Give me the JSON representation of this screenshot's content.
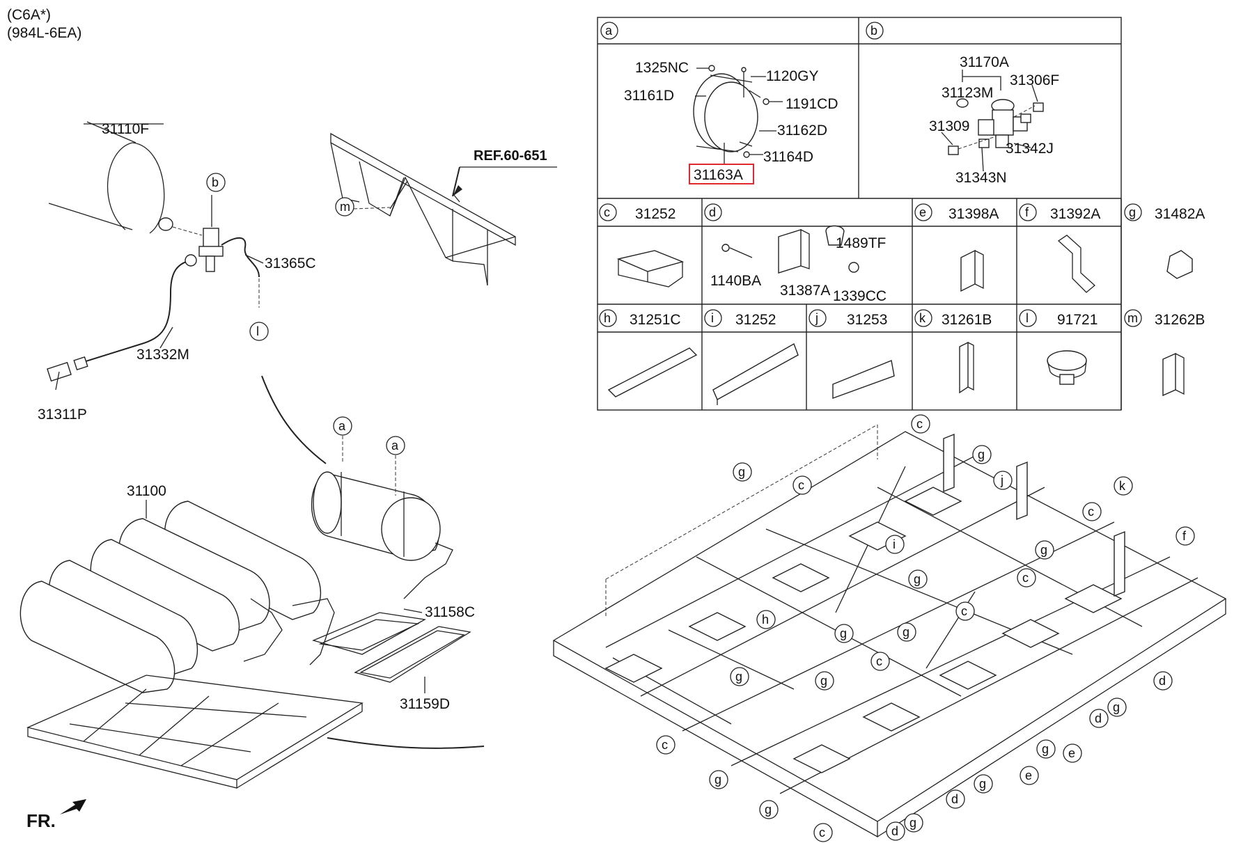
{
  "header": {
    "model_code": "(C6A*)",
    "engine_code": "(984L-6EA)"
  },
  "ref_label": "REF.60-651",
  "fr_label": "FR.",
  "left_labels": {
    "tank": "31110F",
    "pipe_c": "31365C",
    "pipe_m": "31332M",
    "fitting": "31311P",
    "tank_assy": "31100",
    "plate_c": "31158C",
    "plate_d": "31159D"
  },
  "callout_letters": {
    "a": "a",
    "b": "b",
    "c": "c",
    "d": "d",
    "e": "e",
    "f": "f",
    "g": "g",
    "h": "h",
    "i": "i",
    "j": "j",
    "k": "k",
    "l": "l",
    "m": "m"
  },
  "panel_a": {
    "highlight": "31163A",
    "parts": [
      "1325NC",
      "1120GY",
      "31161D",
      "1191CD",
      "31162D",
      "31164D"
    ]
  },
  "panel_b": {
    "parts": [
      "31170A",
      "31123M",
      "31306F",
      "31309",
      "31342J",
      "31343N"
    ]
  },
  "row2": {
    "c": "31252",
    "d_parts": [
      "1489TF",
      "1140BA",
      "31387A",
      "1339CC"
    ],
    "e": "31398A",
    "f": "31392A",
    "g": "31482A"
  },
  "row3": {
    "h": "31251C",
    "i": "31252",
    "j": "31253",
    "k": "31261B",
    "l": "91721",
    "m": "31262B"
  },
  "colors": {
    "line": "#222222",
    "highlight_box": "#e0282e",
    "background": "#ffffff"
  }
}
